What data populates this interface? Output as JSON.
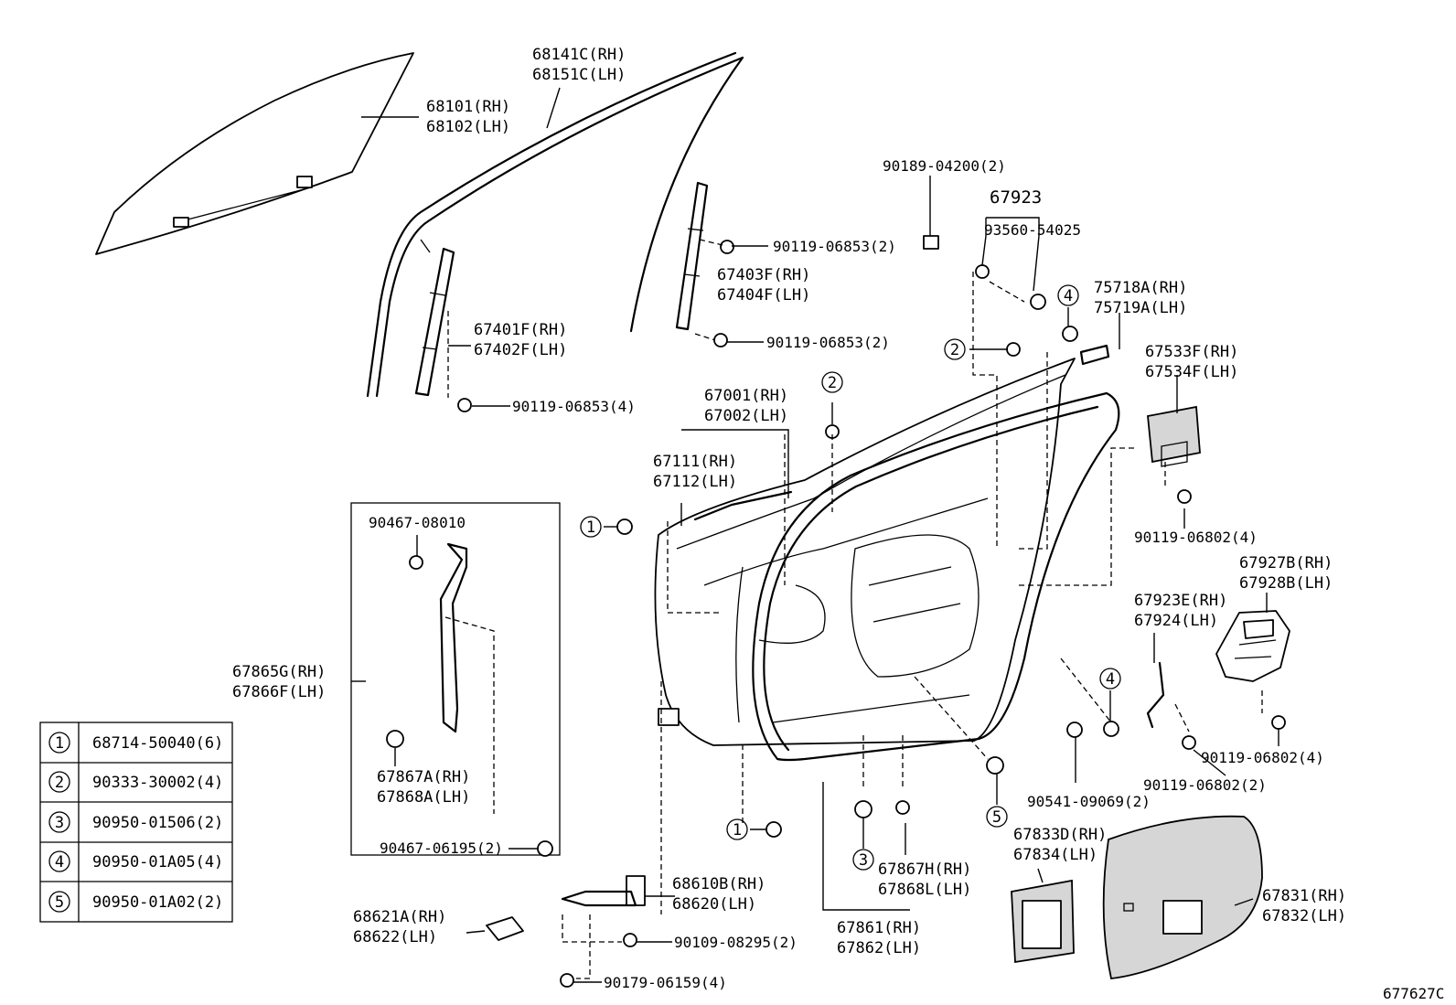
{
  "callouts": {
    "c68101": [
      "68101(RH)",
      "68102(LH)"
    ],
    "c68141": [
      "68141C(RH)",
      "68151C(LH)"
    ],
    "c90119a": "90119-06853(2)",
    "c67403": [
      "67403F(RH)",
      "67404F(LH)"
    ],
    "c90119b": "90119-06853(2)",
    "c67401": [
      "67401F(RH)",
      "67402F(LH)"
    ],
    "c90119c": "90119-06853(4)",
    "c90189": "90189-04200(2)",
    "c67923": "67923",
    "c93560": "93560-54025",
    "c75718": [
      "75718A(RH)",
      "75719A(LH)"
    ],
    "c67533": [
      "67533F(RH)",
      "67534F(LH)"
    ],
    "c67001": [
      "67001(RH)",
      "67002(LH)"
    ],
    "c67111": [
      "67111(RH)",
      "67112(LH)"
    ],
    "c90119d": "90119-06802(4)",
    "c67927": [
      "67927B(RH)",
      "67928B(LH)"
    ],
    "c67923e": [
      "67923E(RH)",
      "67924(LH)"
    ],
    "c90119e": "90119-06802(4)",
    "c90119f": "90119-06802(2)",
    "c90541": "90541-09069(2)",
    "c90467a": "90467-08010",
    "c67865": [
      "67865G(RH)",
      "67866F(LH)"
    ],
    "c67867a": [
      "67867A(RH)",
      "67868A(LH)"
    ],
    "c90467b": "90467-06195(2)",
    "c67833": [
      "67833D(RH)",
      "67834(LH)"
    ],
    "c67831": [
      "67831(RH)",
      "67832(LH)"
    ],
    "c67867h": [
      "67867H(RH)",
      "67868L(LH)"
    ],
    "c67861": [
      "67861(RH)",
      "67862(LH)"
    ],
    "c68610": [
      "68610B(RH)",
      "68620(LH)"
    ],
    "c68621": [
      "68621A(RH)",
      "68622(LH)"
    ],
    "c90109": "90109-08295(2)",
    "c90179": "90179-06159(4)"
  },
  "markers": {
    "m1a": "1",
    "m1b": "1",
    "m2a": "2",
    "m2b": "2",
    "m3": "3",
    "m4a": "4",
    "m4b": "4",
    "m5": "5"
  },
  "legend": [
    {
      "num": "1",
      "part": "68714-50040(6)"
    },
    {
      "num": "2",
      "part": "90333-30002(4)"
    },
    {
      "num": "3",
      "part": "90950-01506(2)"
    },
    {
      "num": "4",
      "part": "90950-01A05(4)"
    },
    {
      "num": "5",
      "part": "90950-01A02(2)"
    }
  ],
  "figure_code": "677627C"
}
